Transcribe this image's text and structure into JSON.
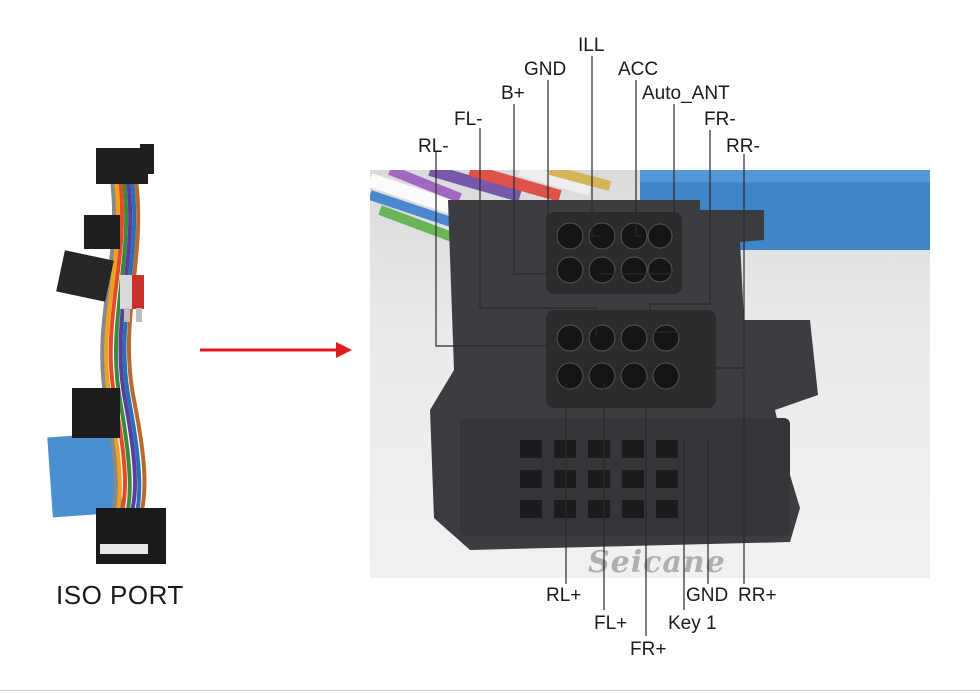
{
  "caption": "ISO PORT",
  "watermark": "Seicane",
  "top_labels": {
    "ill": "ILL",
    "gnd": "GND",
    "acc": "ACC",
    "b_plus": "B+",
    "auto_ant": "Auto_ANT",
    "fl_minus": "FL-",
    "fr_minus": "FR-",
    "rl_minus": "RL-",
    "rr_minus": "RR-"
  },
  "bottom_labels": {
    "rl_plus": "RL+",
    "gnd": "GND",
    "rr_plus": "RR+",
    "fl_plus": "FL+",
    "key1": "Key 1",
    "fr_plus": "FR+"
  },
  "colors": {
    "arrow": "#e0191b",
    "leader_line": "#2a2a2a",
    "connector_body": "#3a3c3f",
    "connector_dark": "#1e1f21",
    "blue_plate": "#3f86c9"
  }
}
